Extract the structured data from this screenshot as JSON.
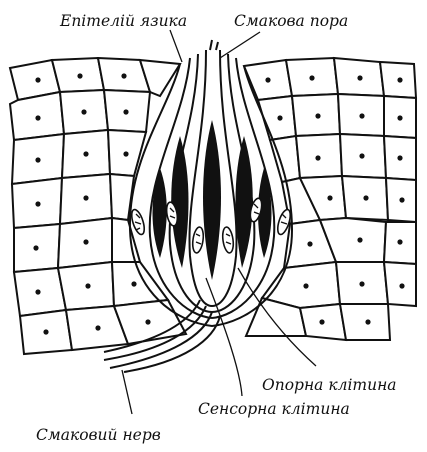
{
  "labels": {
    "epithelium": "Епітелій язика",
    "taste_pore": "Смакова пора",
    "support_cell": "Опорна клітина",
    "sensory_cell": "Сенсорна клітина",
    "taste_nerve": "Смаковий нерв"
  },
  "colors": {
    "ink": "#111111",
    "paper": "#ffffff"
  }
}
